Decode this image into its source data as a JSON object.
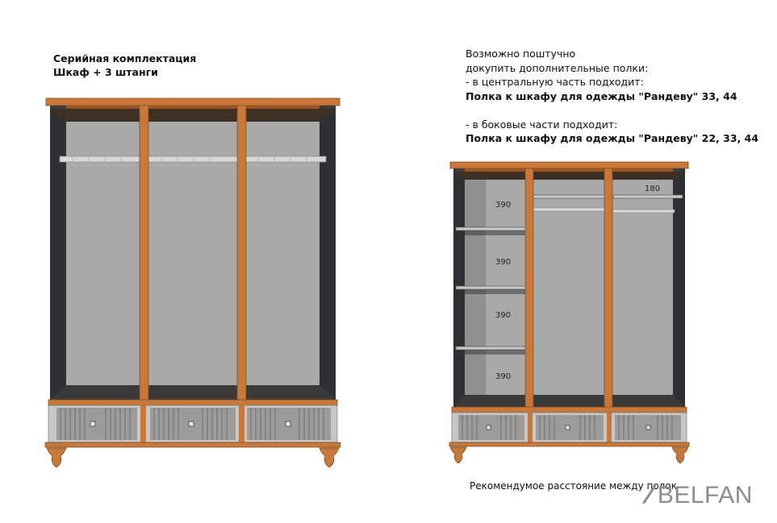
{
  "left": {
    "heading_line1": "Серийная комплектация",
    "heading_line2": "Шкаф + 3 штанги"
  },
  "right": {
    "line1": "Возможно поштучно",
    "line2": "докупить дополнительные полки:",
    "line3": "- в центральную часть подходит:",
    "line4": "Полка к шкафу для одежды \"Рандеву\" 33, 44",
    "line5": "- в боковые части подходит:",
    "line6": "Полка к шкафу для одежды \"Рандеву\" 22, 33, 44"
  },
  "dimensions": {
    "shelf_gap_1": "390",
    "shelf_gap_2": "390",
    "shelf_gap_3": "390",
    "shelf_gap_4": "390",
    "top_gap": "180"
  },
  "footer": "Рекомендумое расстояние между полок",
  "logo": {
    "slash": "/",
    "text": "BELFAN"
  },
  "colors": {
    "wood": "#c8793a",
    "wood_dark": "#9a5520",
    "panel_gray": "#a8a8a8",
    "side_dark": "#3b3d40",
    "logo": "#8c8c8c"
  }
}
